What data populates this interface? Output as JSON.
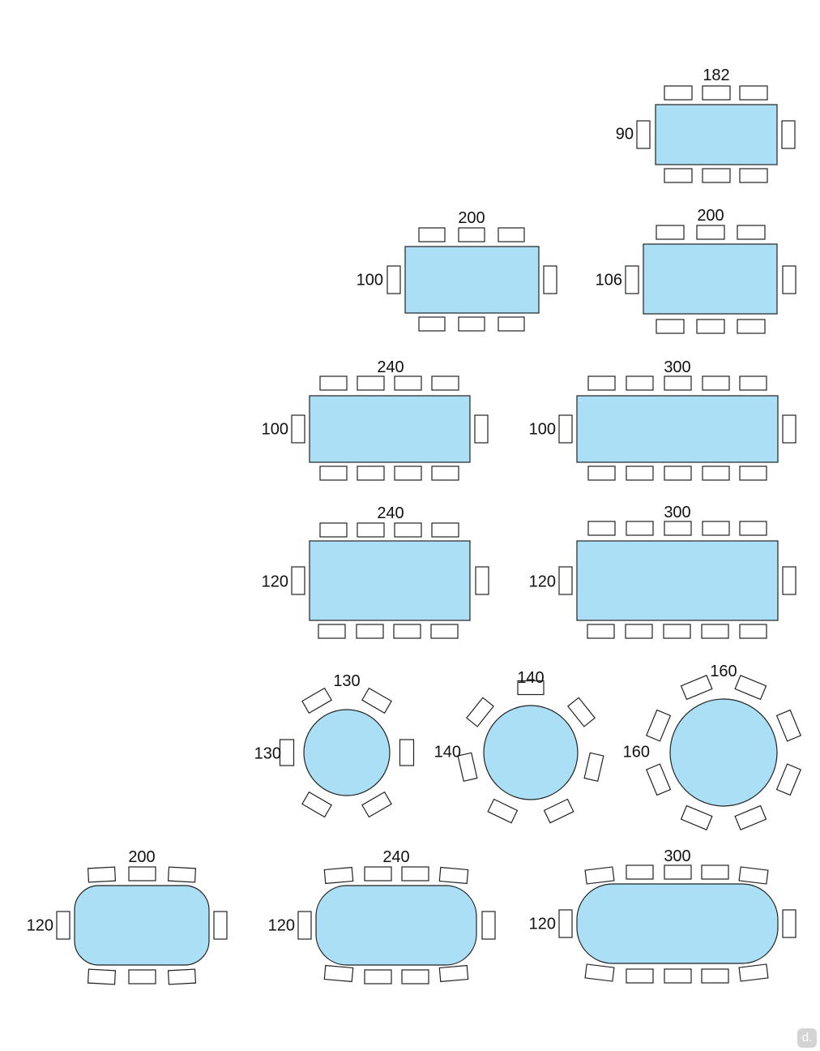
{
  "colors": {
    "table_fill": "#aadff6",
    "table_stroke": "#222222",
    "chair_fill": "#ffffff"
  },
  "logo": {
    "glyph": "d."
  },
  "tables": [
    {
      "shape": "rect",
      "width_label": "182",
      "depth_label": "90",
      "chairs_per_long_side": 3,
      "end_chairs": 1
    },
    {
      "shape": "rect",
      "width_label": "200",
      "depth_label": "100",
      "chairs_per_long_side": 3,
      "end_chairs": 1
    },
    {
      "shape": "rect",
      "width_label": "200",
      "depth_label": "106",
      "chairs_per_long_side": 3,
      "end_chairs": 1
    },
    {
      "shape": "rect",
      "width_label": "240",
      "depth_label": "100",
      "chairs_per_long_side": 4,
      "end_chairs": 1
    },
    {
      "shape": "rect",
      "width_label": "300",
      "depth_label": "100",
      "chairs_per_long_side": 5,
      "end_chairs": 1
    },
    {
      "shape": "rect",
      "width_label": "240",
      "depth_label": "120",
      "chairs_per_long_side": 4,
      "end_chairs": 1
    },
    {
      "shape": "rect",
      "width_label": "300",
      "depth_label": "120",
      "chairs_per_long_side": 5,
      "end_chairs": 1
    },
    {
      "shape": "round",
      "width_label": "130",
      "depth_label": "130",
      "chairs": 6
    },
    {
      "shape": "round",
      "width_label": "140",
      "depth_label": "140",
      "chairs": 7
    },
    {
      "shape": "round",
      "width_label": "160",
      "depth_label": "160",
      "chairs": 8
    },
    {
      "shape": "oval",
      "width_label": "200",
      "depth_label": "120",
      "chairs_per_long_side": 3,
      "end_chairs": 1
    },
    {
      "shape": "oval",
      "width_label": "240",
      "depth_label": "120",
      "chairs_per_long_side": 4,
      "end_chairs": 1
    },
    {
      "shape": "oval",
      "width_label": "300",
      "depth_label": "120",
      "chairs_per_long_side": 5,
      "end_chairs": 1
    }
  ]
}
